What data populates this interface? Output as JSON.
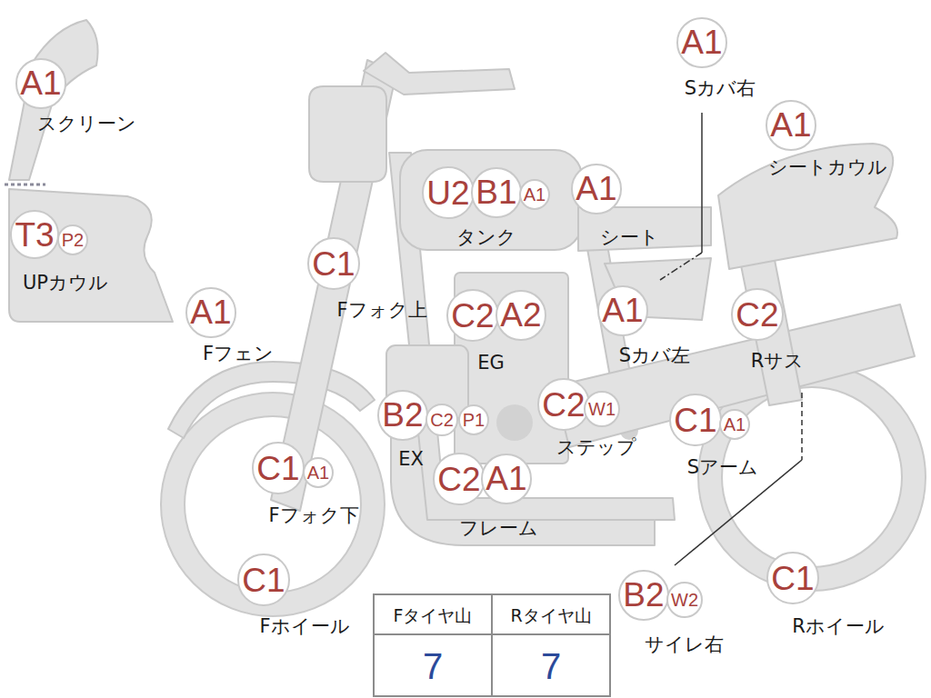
{
  "diagram": {
    "nodes": [
      {
        "text": [
          "A1"
        ]
      },
      {
        "text": [
          "A1"
        ]
      },
      {
        "text": [
          "A1"
        ]
      },
      {
        "text": [
          "U2"
        ]
      },
      {
        "text": [
          "B1"
        ]
      },
      {
        "text": [
          "A1"
        ]
      },
      {
        "text": [
          "A1"
        ]
      },
      {
        "text": [
          "T3"
        ]
      },
      {
        "text": [
          "P2"
        ]
      },
      {
        "text": [
          "C1"
        ]
      },
      {
        "text": [
          "A1"
        ]
      },
      {
        "text": [
          "C2"
        ]
      },
      {
        "text": [
          "A2"
        ]
      },
      {
        "text": [
          "A1"
        ]
      },
      {
        "text": [
          "C2"
        ]
      },
      {
        "text": [
          "B2"
        ]
      },
      {
        "text": [
          "C2"
        ]
      },
      {
        "text": [
          "P1"
        ]
      },
      {
        "text": [
          "C2"
        ]
      },
      {
        "text": [
          "W1"
        ]
      },
      {
        "text": [
          "C1"
        ]
      },
      {
        "text": [
          "A1"
        ]
      },
      {
        "text": [
          "C1"
        ]
      },
      {
        "text": [
          "A1"
        ]
      },
      {
        "text": [
          "C2"
        ]
      },
      {
        "text": [
          "A1"
        ]
      },
      {
        "text": [
          "C1"
        ]
      },
      {
        "text": [
          "B2"
        ]
      },
      {
        "text": [
          "W2"
        ]
      },
      {
        "text": [
          "C1"
        ]
      }
    ],
    "labels": [
      "スクリーン",
      "Sカバ右",
      "シートカウル",
      "タンク",
      "シート",
      "UPカウル",
      "Fフォク上",
      "Fフェン",
      "EG",
      "Sカバ左",
      "Rサス",
      "EX",
      "ステップ",
      "Sアーム",
      "Fフォク下",
      "フレーム",
      "Fホイール",
      "Fタイヤ山",
      "Rタイヤ山",
      "7",
      "7",
      "サイレ右",
      "Rホイール"
    ]
  }
}
